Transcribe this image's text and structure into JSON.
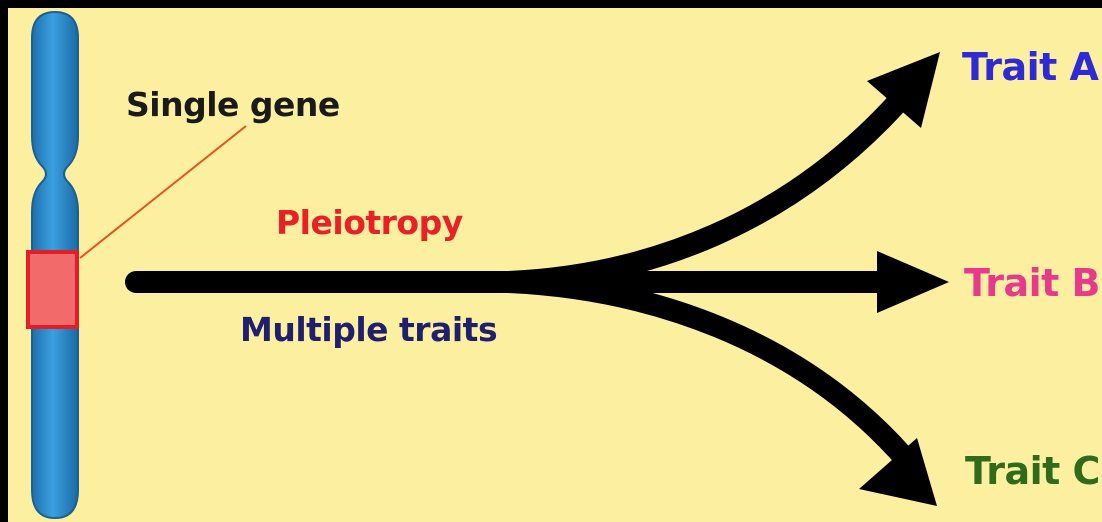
{
  "labels": {
    "single_gene": "Single gene",
    "pleiotropy": "Pleiotropy",
    "multiple_traits": "Multiple traits"
  },
  "traits": [
    {
      "label": "Trait A",
      "color": "#2d2ad6"
    },
    {
      "label": "Trait B",
      "color": "#e83a8c"
    },
    {
      "label": "Trait C",
      "color": "#2f6b1a"
    }
  ],
  "colors": {
    "background": "#fcf0a0",
    "chromosome": "#2a8ccf",
    "gene_highlight": "#f26a6a",
    "gene_border": "#e21f26",
    "arrow": "#000000"
  }
}
